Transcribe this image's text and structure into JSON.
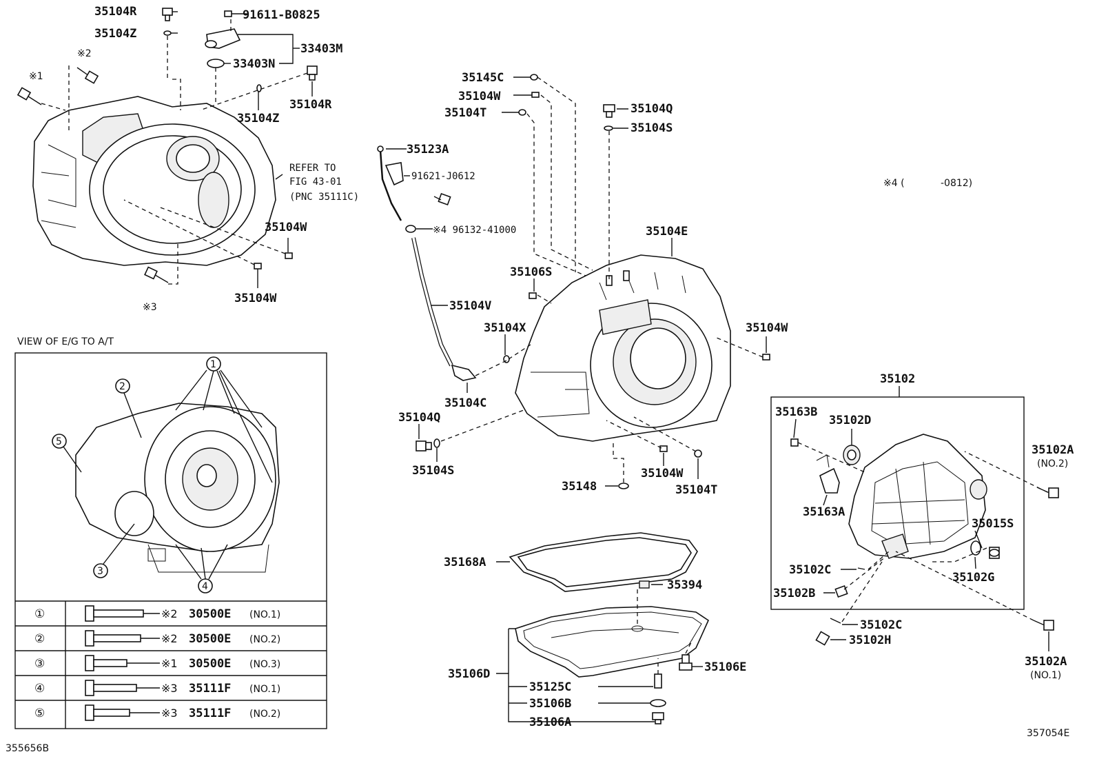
{
  "labels": {
    "p35104R_top": "35104R",
    "p91611": "91611-B0825",
    "p35104Z_top": "35104Z",
    "p33403M": "33403M",
    "p33403N": "33403N",
    "note2_top": "※2",
    "note1_top": "※1",
    "p35104R_right": "35104R",
    "p35104Z_mid": "35104Z",
    "refer1": "REFER TO",
    "refer2": "FIG 43-01",
    "refer3": "(PNC 35111C)",
    "p35104W_a": "35104W",
    "p35104W_b": "35104W",
    "note3": "※3",
    "p35145C": "35145C",
    "p35104W_c": "35104W",
    "p35104T_a": "35104T",
    "p35123A": "35123A",
    "p91621": "91621-J0612",
    "p96132": "※4 96132-41000",
    "p35104Q_a": "35104Q",
    "p35104S_a": "35104S",
    "p35104E": "35104E",
    "p35106S": "35106S",
    "p35104V": "35104V",
    "p35104X": "35104X",
    "p35104W_d": "35104W",
    "p35104C": "35104C",
    "p35104Q_b": "35104Q",
    "p35104S_b": "35104S",
    "p35148": "35148",
    "p35104W_e": "35104W",
    "p35104T_b": "35104T",
    "note4_a": "※4 (",
    "note4_b": "-0812)",
    "p35102": "35102",
    "p35163B": "35163B",
    "p35102D": "35102D",
    "p35102A_no2": "35102A",
    "no2": "(NO.2)",
    "p35163A": "35163A",
    "p35015S": "35015S",
    "p35102C_a": "35102C",
    "p35102G": "35102G",
    "p35102B": "35102B",
    "p35102C_b": "35102C",
    "p35102H": "35102H",
    "p35102A_no1": "35102A",
    "no1": "(NO.1)",
    "p35168A": "35168A",
    "p35394": "35394",
    "p35106E": "35106E",
    "p35106D": "35106D",
    "p35125C": "35125C",
    "p35106B": "35106B",
    "p35106A": "35106A",
    "fig_left": "355656B",
    "fig_right": "357054E"
  },
  "view_panel": {
    "title": "VIEW OF E/G TO A/T",
    "callouts": [
      "1",
      "2",
      "3",
      "4",
      "5"
    ]
  },
  "bolt_table": [
    {
      "idx": "①",
      "note": "※2",
      "part": "30500E",
      "no": "(NO.1)"
    },
    {
      "idx": "②",
      "note": "※2",
      "part": "30500E",
      "no": "(NO.2)"
    },
    {
      "idx": "③",
      "note": "※1",
      "part": "30500E",
      "no": "(NO.3)"
    },
    {
      "idx": "④",
      "note": "※3",
      "part": "35111F",
      "no": "(NO.1)"
    },
    {
      "idx": "⑤",
      "note": "※3",
      "part": "35111F",
      "no": "(NO.2)"
    }
  ]
}
